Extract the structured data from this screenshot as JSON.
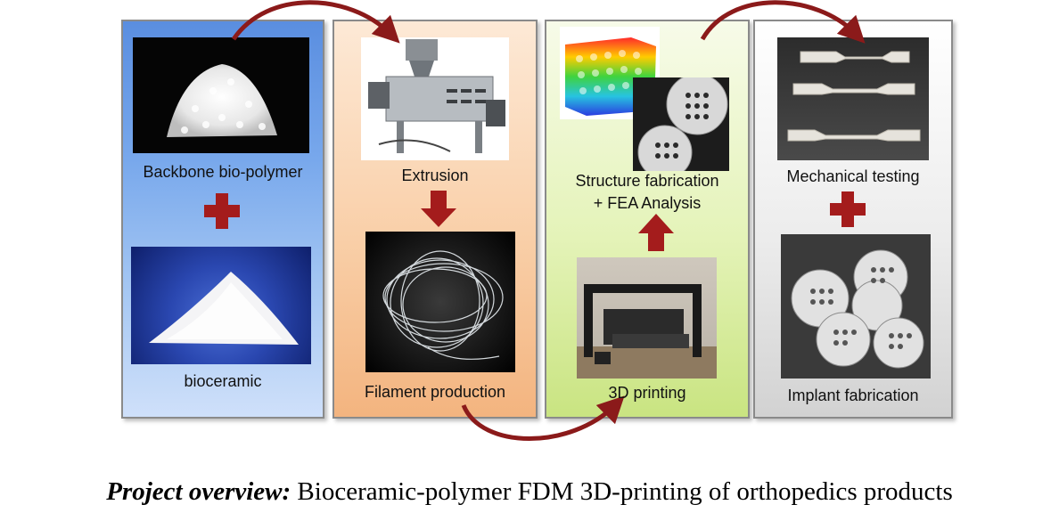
{
  "panels": [
    {
      "top_label": "Backbone bio-polymer",
      "bottom_label": "bioceramic"
    },
    {
      "top_label": "Extrusion",
      "bottom_label": "Filament production"
    },
    {
      "top_label_line1": "Structure fabrication",
      "top_label_line2": "+ FEA Analysis",
      "bottom_label": "3D printing"
    },
    {
      "top_label": "Mechanical testing",
      "bottom_label": "Implant fabrication"
    }
  ],
  "caption": {
    "lead": "Project overview:",
    "text": " Bioceramic-polymer FDM 3D-printing of orthopedics products"
  },
  "colors": {
    "arrow": "#8b1a1a",
    "panel_border": "#8a8a8a"
  }
}
